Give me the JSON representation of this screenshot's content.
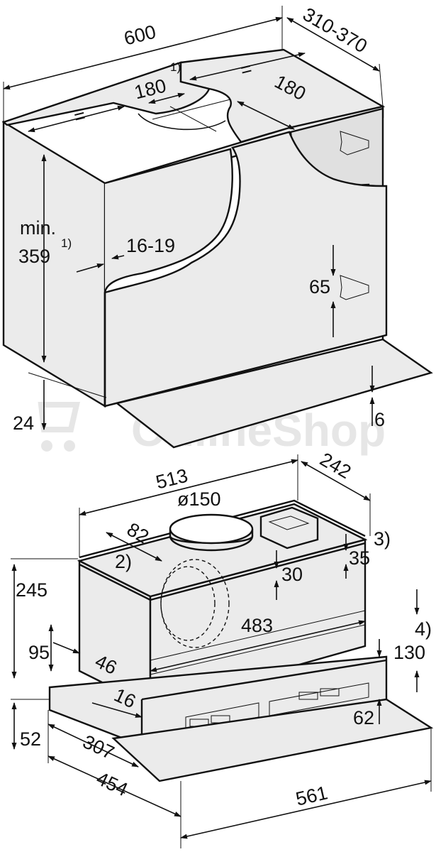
{
  "watermark": "OnlineShop",
  "top_view": {
    "width": "600",
    "depth": "310-370",
    "cutout_left": "180",
    "cutout_left_note": "1)",
    "cutout_right": "180",
    "equal_left": "=",
    "equal_right": "=",
    "height_prefix": "min.",
    "height": "359",
    "height_note": "1)",
    "panel_thickness": "16-19",
    "bracket_height": "65",
    "bottom_gap": "24",
    "shelf_offset": "6"
  },
  "bottom_view": {
    "width": "513",
    "depth": "242",
    "duct_diameter": "ø150",
    "duct_offset": "82",
    "note_2": "2)",
    "note_3": "3)",
    "note_4": "4)",
    "inner_a": "35",
    "inner_b": "30",
    "height": "245",
    "inner_width": "483",
    "side_95": "95",
    "side_46": "46",
    "front_16": "16",
    "front_130": "130",
    "base_52": "52",
    "depth_307": "307",
    "front_62": "62",
    "depth_454": "454",
    "total_width": "561"
  }
}
